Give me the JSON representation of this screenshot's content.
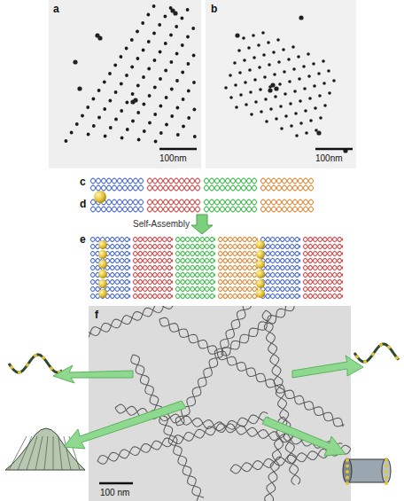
{
  "diagram": {
    "labels": [
      "a",
      "100nm",
      "b",
      "100nm",
      "c",
      "d",
      "Self-Assembly",
      "e",
      "f",
      "100 nm"
    ]
  }
}
